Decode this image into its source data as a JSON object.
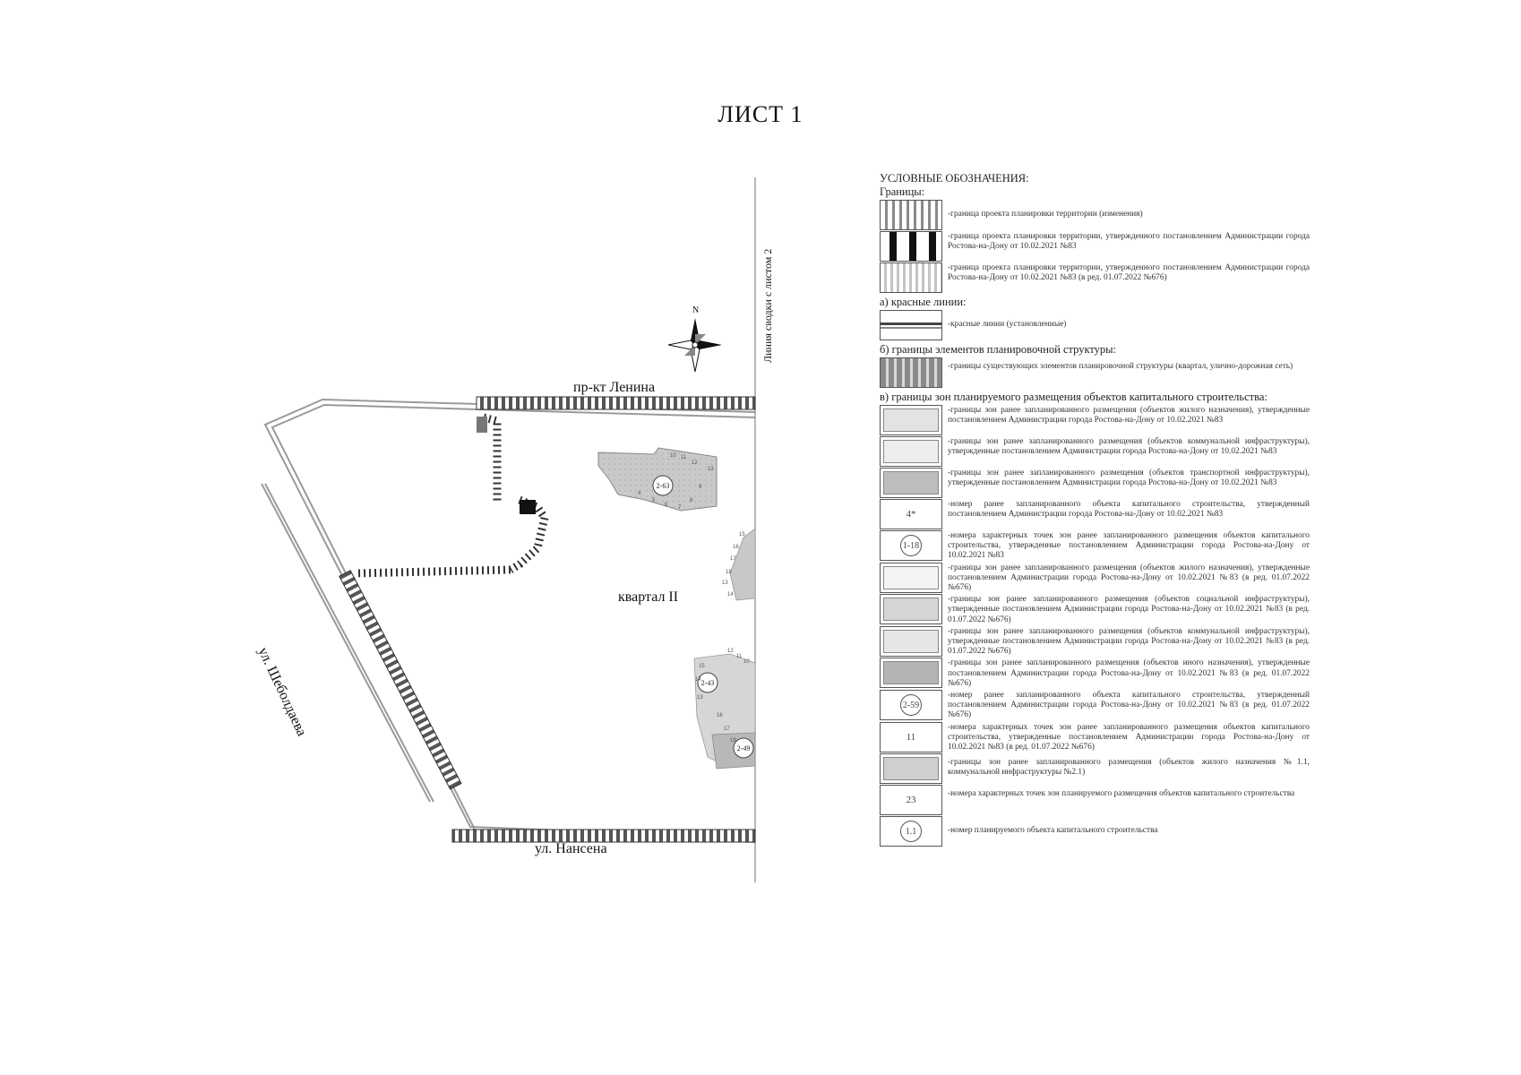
{
  "title": "ЛИСТ 1",
  "map": {
    "street_top": "пр-кт Ленина",
    "street_bottom": "ул. Нансена",
    "street_left": "ул. Шеболдаева",
    "block_label": "квартал II",
    "match_line": "Линия сводки с листом 2",
    "north": "N",
    "zones": [
      "2-63",
      "2-43",
      "2-49"
    ],
    "points_a": [
      "10",
      "11",
      "12",
      "13",
      "9",
      "8",
      "7",
      "6",
      "5",
      "4"
    ],
    "points_b": [
      "15",
      "16",
      "17",
      "18",
      "13",
      "14"
    ],
    "points_c": [
      "12",
      "11",
      "10",
      "15",
      "14",
      "13",
      "16",
      "17",
      "18"
    ]
  },
  "legend": {
    "heading": "УСЛОВНЫЕ ОБОЗНАЧЕНИЯ:",
    "borders_label": "Границы:",
    "items1": [
      "-граница проекта планировки территории (изменения)",
      "-граница проекта планировки территории, утвержденного постановлением Администрации города Ростова-на-Дону от 10.02.2021 №83",
      "-граница проекта планировки территории, утвержденного постановлением Администрации города Ростова-на-Дону от 10.02.2021 №83 (в ред. 01.07.2022 №676)"
    ],
    "red_lines_label": "а) красные линии:",
    "red_lines_item": "-красные линии (установленные)",
    "struct_label": "б) границы элементов планировочной структуры:",
    "struct_item": "-границы существующих элементов планировочной структуры (квартал, улично-дорожная сеть)",
    "zones_label": "в) границы зон планируемого размещения объектов капитального строительства:",
    "zones_items": [
      "-границы зон ранее запланированного размещения (объектов жилого назначения), утвержденные постановлением Администрации города Ростова-на-Дону от 10.02.2021 №83",
      "-границы зон ранее запланированного размещения (объектов коммунальной инфраструктуры), утвержденные постановлением Администрации города Ростова-на-Дону от 10.02.2021 №83",
      "-границы зон ранее запланированного размещения (объектов транспортной инфраструктуры), утвержденные постановлением Администрации города Ростова-на-Дону от 10.02.2021 №83",
      "-номер ранее запланированного объекта капитального строительства, утвержденный постановлением Администрации города Ростова-на-Дону от 10.02.2021 №83",
      "-номера характерных точек зон ранее запланированного размещения объектов капитального строительства, утвержденные постановлением Администрации города Ростова-на-Дону от 10.02.2021 №83",
      "-границы зон ранее запланированного размещения (объектов жилого назначения), утвержденные постановлением Администрации города Ростова-на-Дону от 10.02.2021 №83 (в ред. 01.07.2022 №676)",
      "-границы зон ранее запланированного размещения (объектов социальной инфраструктуры), утвержденные постановлением Администрации города Ростова-на-Дону от 10.02.2021 №83 (в ред. 01.07.2022 №676)",
      "-границы зон ранее запланированного размещения (объектов коммунальной инфраструктуры), утвержденные постановлением Администрации города Ростова-на-Дону от 10.02.2021 №83 (в ред. 01.07.2022 №676)",
      "-границы зон ранее запланированного размещения (объектов иного назначения), утвержденные постановлением Администрации города Ростова-на-Дону от 10.02.2021 №83 (в ред. 01.07.2022 №676)",
      "-номер ранее запланированного объекта капитального строительства, утвержденный постановлением Администрации города Ростова-на-Дону от 10.02.2021 №83 (в ред. 01.07.2022 №676)",
      "-номера характерных точек зон ранее запланированного размещения объектов капитального строительства, утвержденные постановлением Администрации города Ростова-на-Дону от 10.02.2021 №83 (в ред. 01.07.2022 №676)",
      "-границы зон ранее запланированного размещения (объектов жилого назначения №1.1, коммунальной инфраструктуры №2.1)",
      "-номера характерных точек зон планируемого размещения объектов капитального строительства",
      "-номер планируемого объекта капитального строительства"
    ],
    "sym_obj_old": "4*",
    "sym_pts_old": "1-18",
    "sym_obj_new": "2-59",
    "sym_pts_new": "11",
    "sym_pts_plan": "23",
    "sym_obj_plan": "1.1"
  }
}
